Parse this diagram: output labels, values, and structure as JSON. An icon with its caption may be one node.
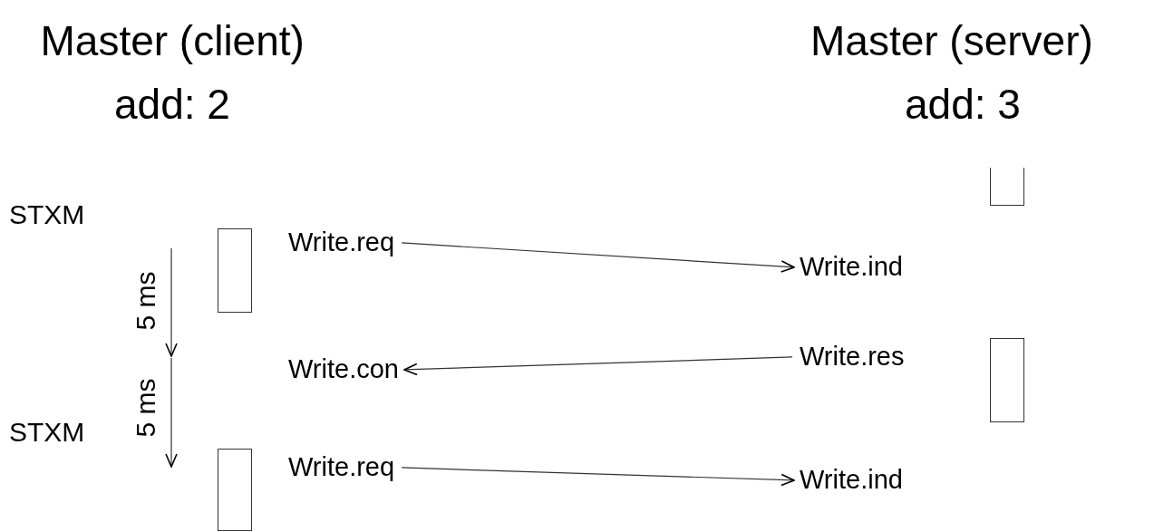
{
  "diagram": {
    "nodes": [
      {
        "text": [
          "Write.req"
        ]
      },
      {
        "text": [
          "Write.ind"
        ]
      },
      {
        "text": [
          "Write.res"
        ]
      },
      {
        "text": [
          "Write.con"
        ]
      },
      {
        "text": [
          "Write.req"
        ]
      },
      {
        "text": [
          "Write.ind"
        ]
      },
      {
        "text": [],
        "shape": "box"
      },
      {
        "text": [],
        "shape": "box"
      },
      {
        "text": [],
        "shape": "box"
      },
      {
        "text": [],
        "shape": "box"
      }
    ],
    "edges": [
      {
        "from": 0,
        "to": 1,
        "arrow": "to"
      },
      {
        "from": 2,
        "to": 3,
        "arrow": "to"
      },
      {
        "from": 4,
        "to": 5,
        "arrow": "to"
      }
    ],
    "labels": [
      "Master (client)",
      "Master (server)",
      "add: 2",
      "add: 3",
      "STXM",
      "5 ms",
      "5 ms",
      "STXM"
    ]
  }
}
